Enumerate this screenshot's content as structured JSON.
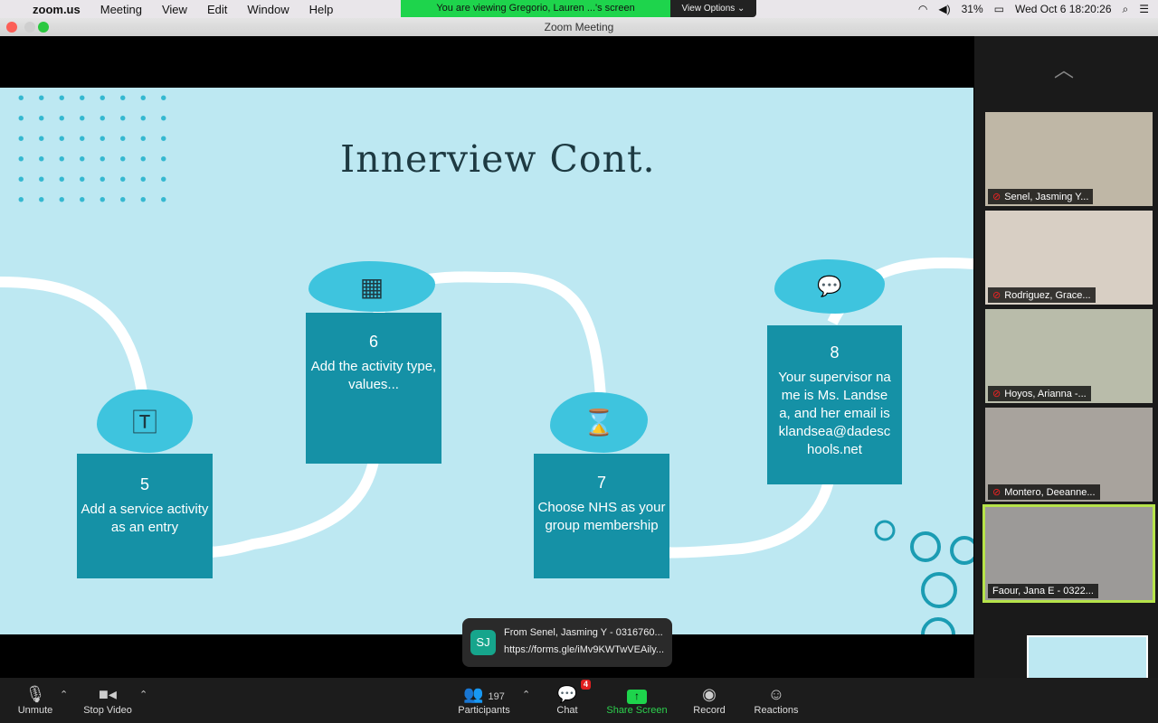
{
  "menubar": {
    "app": "zoom.us",
    "items": [
      "Meeting",
      "View",
      "Edit",
      "Window",
      "Help"
    ],
    "battery": "31%",
    "datetime": "Wed Oct 6  18:20:26"
  },
  "banner": {
    "text": "You are viewing Gregorio, Lauren ...'s screen",
    "view_options": "View Options ⌄"
  },
  "window": {
    "title": "Zoom Meeting"
  },
  "slide": {
    "title": "Innerview Cont.",
    "steps": [
      {
        "num": "5",
        "text": "Add a service activity as an entry"
      },
      {
        "num": "6",
        "text": "Add the activity type, values..."
      },
      {
        "num": "7",
        "text": "Choose NHS as your group membership"
      },
      {
        "num": "8",
        "text": "Your supervisor name is Ms. Landsea, and her email is klandsea@dadeschools.net"
      }
    ]
  },
  "participants": [
    "Senel, Jasming Y...",
    "Rodriguez, Grace...",
    "Hoyos, Arianna -...",
    "Montero, Deeanne...",
    "Faour, Jana E - 0322..."
  ],
  "chat_toast": {
    "initials": "SJ",
    "from": "From Senel, Jasming Y - 0316760...",
    "message": "https://forms.gle/iMv9KWTwVEAily..."
  },
  "toolbar": {
    "unmute": "Unmute",
    "stop_video": "Stop Video",
    "participants": "Participants",
    "participant_count": "197",
    "chat": "Chat",
    "chat_badge": "4",
    "share": "Share Screen",
    "record": "Record",
    "reactions": "Reactions"
  },
  "colors": {
    "accent": "#1ed44c",
    "box": "#1591a6",
    "blob": "#3ec4de"
  }
}
